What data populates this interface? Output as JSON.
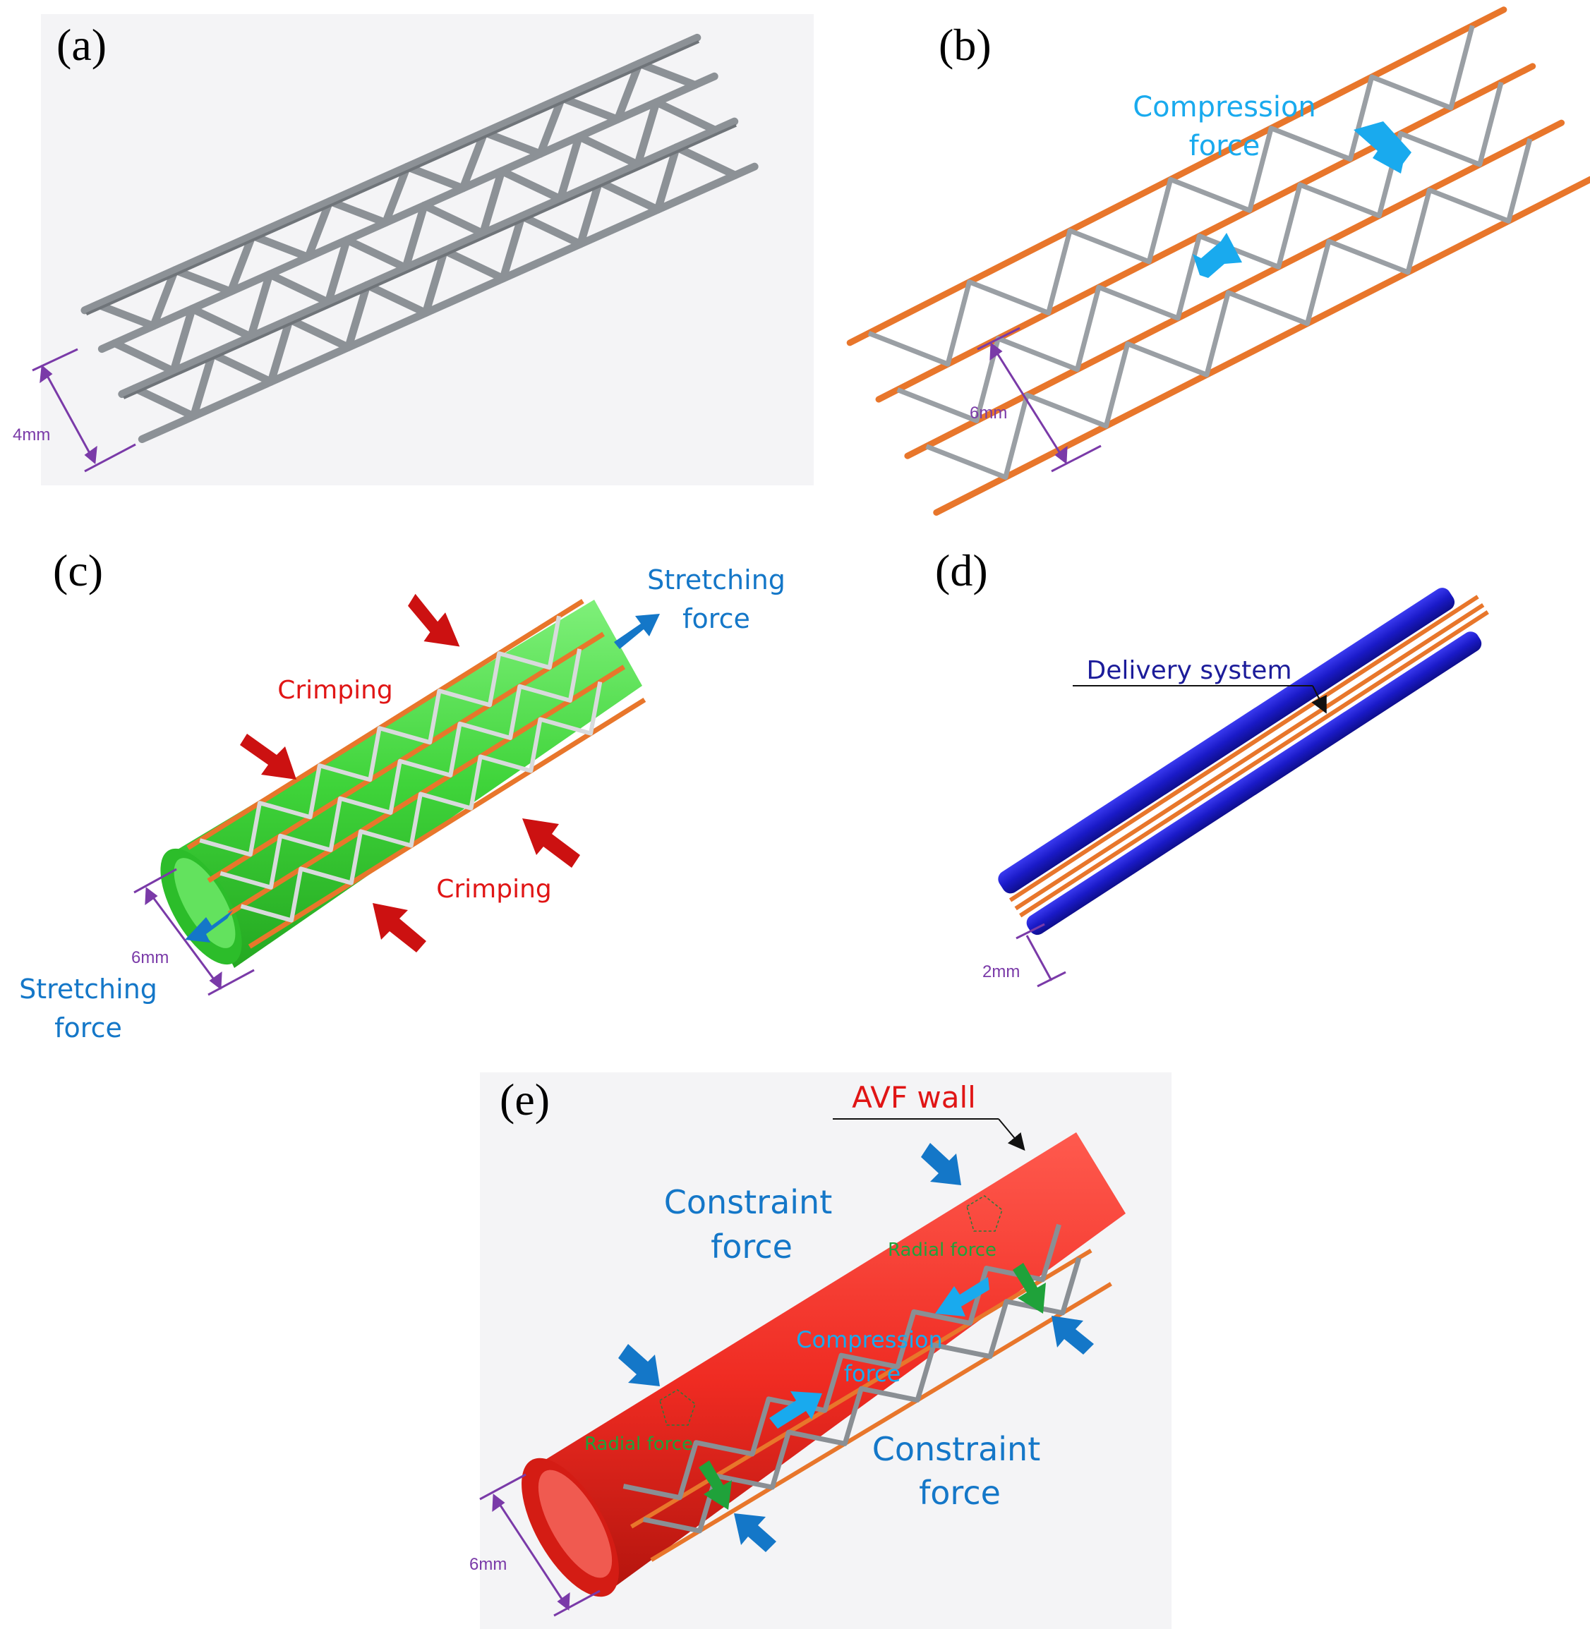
{
  "panels": {
    "a": {
      "label": "(a)",
      "dimension": "4mm"
    },
    "b": {
      "label": "(b)",
      "dimension": "6mm",
      "force_line1": "Compression",
      "force_line2": "force"
    },
    "c": {
      "label": "(c)",
      "dimension": "6mm",
      "crimping_top": "Crimping",
      "crimping_bottom": "Crimping",
      "stretch_top_line1": "Stretching",
      "stretch_top_line2": "force",
      "stretch_bottom_line1": "Stretching",
      "stretch_bottom_line2": "force"
    },
    "d": {
      "label": "(d)",
      "dimension": "2mm",
      "delivery": "Delivery system"
    },
    "e": {
      "label": "(e)",
      "dimension": "6mm",
      "avf_wall": "AVF wall",
      "constraint_top_line1": "Constraint",
      "constraint_top_line2": "force",
      "constraint_bottom_line1": "Constraint",
      "constraint_bottom_line2": "force",
      "radial_top": "Radial force",
      "radial_bottom": "Radial force",
      "compression_line1": "Compression",
      "compression_line2": "force"
    }
  },
  "colors": {
    "stent_gray": "#8c9196",
    "strut_orange": "#e8762b",
    "dim_purple": "#7a3aa8",
    "compression_blue": "#19aaee",
    "stretch_blue": "#1477c8",
    "crimp_red": "#cc1111",
    "sheath_green": "#3fd43a",
    "delivery_blue": "#1a1ac8",
    "avf_red": "#ef2b22",
    "radial_green": "#1fa23a",
    "label_red": "#e01515",
    "label_navy": "#1c1c9a"
  }
}
